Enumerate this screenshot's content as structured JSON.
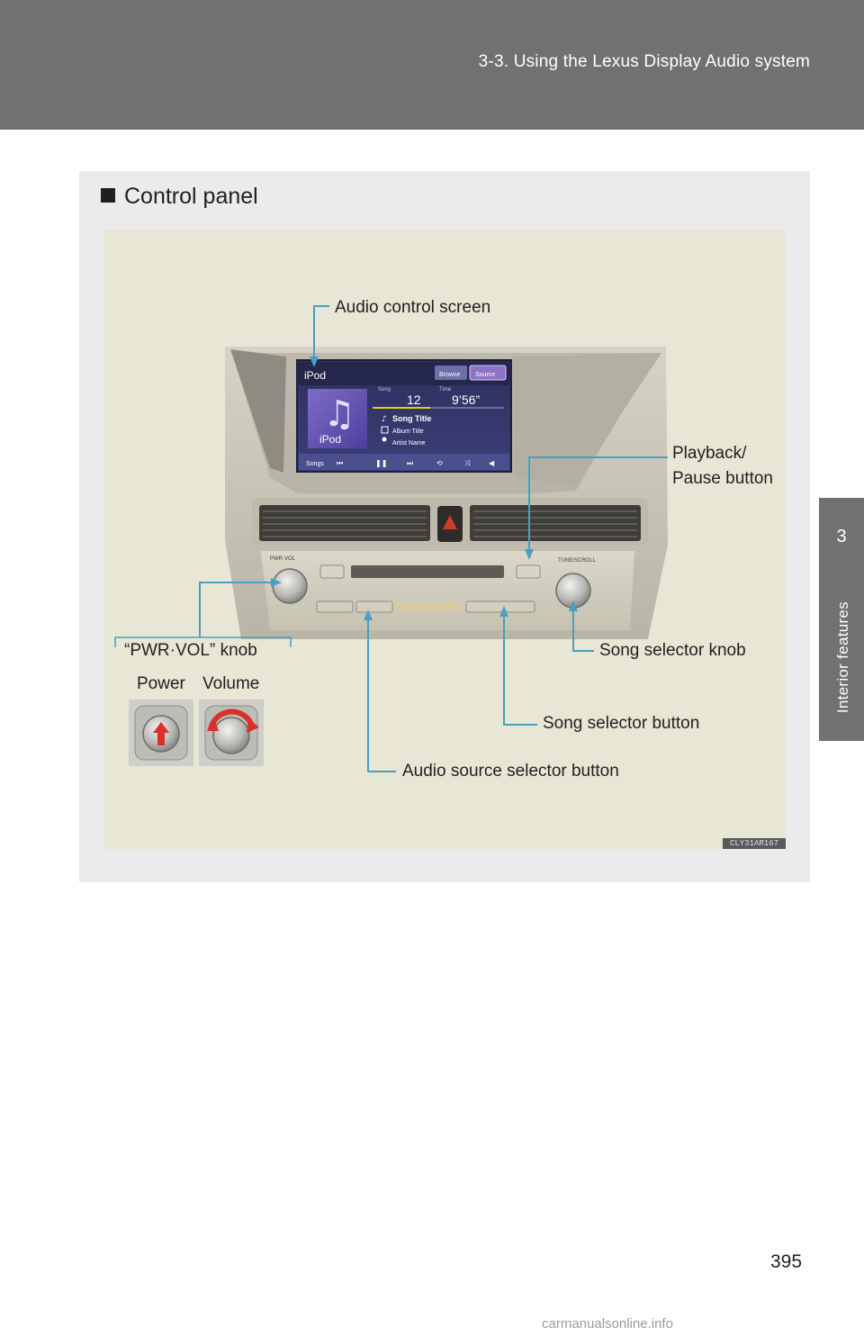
{
  "header": {
    "title": "3-3. Using the Lexus Display Audio system"
  },
  "side_tab": {
    "number": "3",
    "label": "Interior features"
  },
  "section": {
    "title": "Control panel"
  },
  "callouts": {
    "audio_control_screen": "Audio control screen",
    "playback_line1": "Playback/",
    "playback_line2": "Pause button",
    "pwr_vol_knob": "“PWR·VOL” knob",
    "power": "Power",
    "volume": "Volume",
    "song_selector_knob": "Song selector knob",
    "song_selector_button": "Song selector button",
    "audio_source_selector_button": "Audio source selector button"
  },
  "screen": {
    "source_name": "iPod",
    "browse": "Browse",
    "source": "Source",
    "song_label": "Song",
    "time_label": "Time",
    "song_number": "12",
    "time_value": "9’56”",
    "song_title": "Song Title",
    "album_title": "Album Title",
    "artist_name": "Artist Name",
    "cover_label": "iPod",
    "songs_button": "Songs"
  },
  "dash": {
    "pwr_vol": "PWR·VOL",
    "tune_scroll": "TUNE/SCROLL"
  },
  "figure_code": "CLY31AR167",
  "page_number": "395",
  "watermark": "carmanualsonline.info",
  "colors": {
    "header": "#717171",
    "panel": "#ebebeb",
    "figure": "#e8e6d5",
    "leader": "#4a9fc0"
  }
}
